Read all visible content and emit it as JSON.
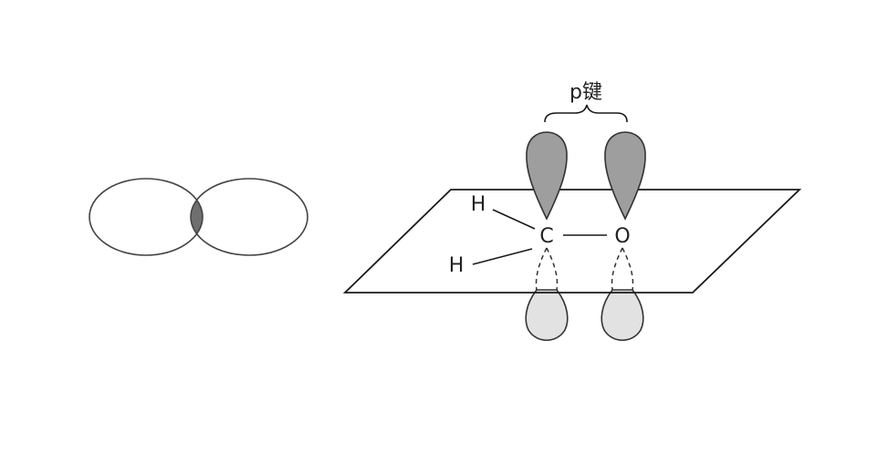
{
  "labels": {
    "bond": "p键",
    "hydrogen_top": "H",
    "hydrogen_bottom": "H",
    "carbon": "C",
    "oxygen": "O"
  },
  "colors": {
    "line": "#1a1a1a",
    "overlap_fill": "#6f6f6f",
    "upper_lobe_fill": "#9e9e9e",
    "lower_lobe_fill": "#e2e2e2",
    "background": "#ffffff"
  }
}
